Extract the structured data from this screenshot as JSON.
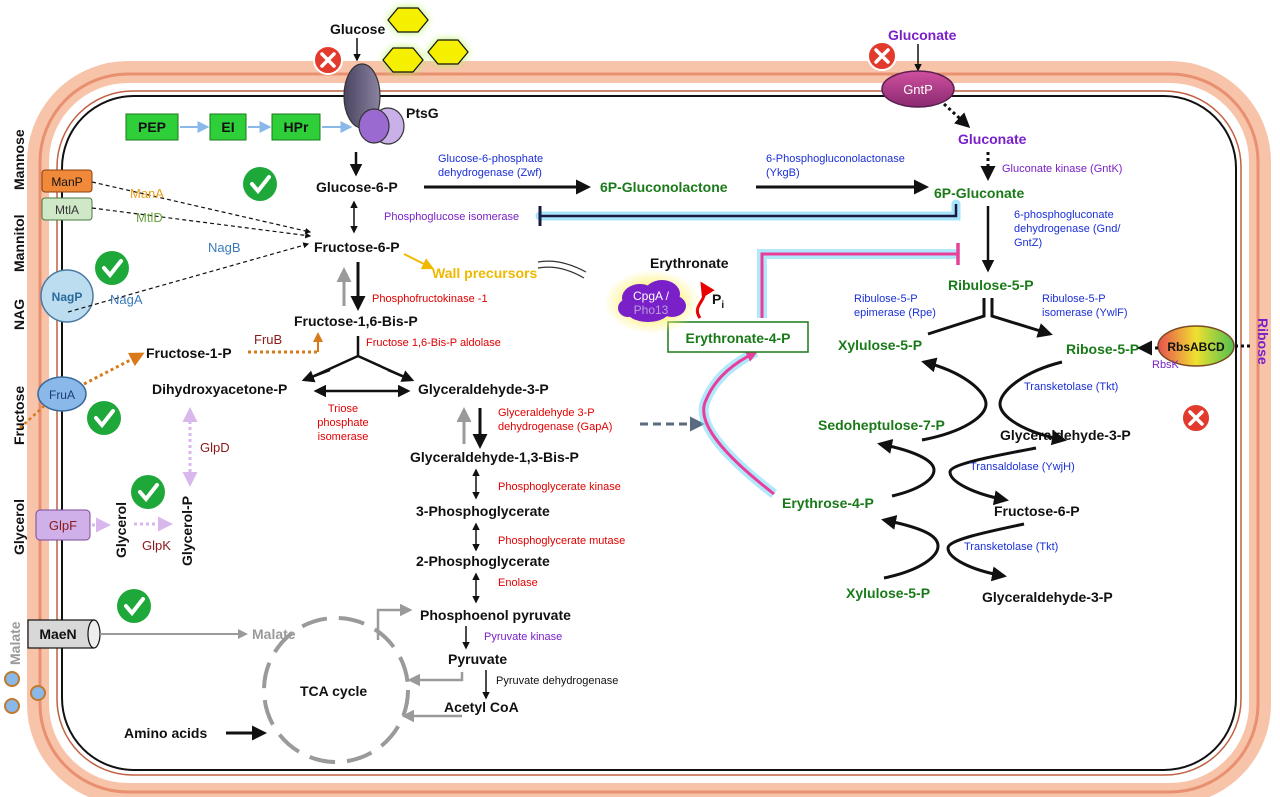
{
  "colors": {
    "cell_membrane": "#f2a080",
    "green_metabolite": "#1a7a1a",
    "enzyme_red": "#e00000",
    "enzyme_blue": "#1a2fd6",
    "enzyme_purple": "#7a20c8",
    "pink_arrow": "#e8409a",
    "glow_blue": "#7fd8f8",
    "box_green": "#2fcf3a",
    "check_green": "#1fa83a",
    "cross_red": "#e23b2e"
  },
  "substrates": {
    "glucose": "Glucose",
    "gluconate_out": "Gluconate",
    "ribose": "Ribose",
    "mannose": "Mannose",
    "mannitol": "Mannitol",
    "nag": "NAG",
    "fructose": "Fructose",
    "glycerol": "Glycerol",
    "malate_out": "Malate"
  },
  "transporters": {
    "ptsg": "PtsG",
    "gntp": "GntP",
    "manp": "ManP",
    "mtla": "MtlA",
    "nagp": "NagP",
    "frua": "FruA",
    "glpf": "GlpF",
    "maen": "MaeN",
    "rbsabcd": "RbsABCD",
    "cpga_1": "CpgA /",
    "cpga_2": "Pho13"
  },
  "pts": {
    "pep": "PEP",
    "ei": "EI",
    "hpr": "HPr"
  },
  "metabolites": {
    "glucose6p": "Glucose-6-P",
    "fructose6p": "Fructose-6-P",
    "fructose16bp": "Fructose-1,6-Bis-P",
    "fructose1p": "Fructose-1-P",
    "dhap": "Dihydroxyacetone-P",
    "g3p": "Glyceraldehyde-3-P",
    "g13bp": "Glyceraldehyde-1,3-Bis-P",
    "pg3": "3-Phosphoglycerate",
    "pg2": "2-Phosphoglycerate",
    "pep": "Phosphoenol pyruvate",
    "pyruvate": "Pyruvate",
    "acetylcoa": "Acetyl CoA",
    "tca": "TCA cycle",
    "amino": "Amino acids",
    "malate": "Malate",
    "glycerol": "Glycerol",
    "glycerolp": "Glycerol-P",
    "wall": "Wall precursors",
    "erythronate": "Erythronate",
    "pi": "P",
    "pi_sub": "i",
    "erythronate4p": "Erythronate-4-P",
    "gluconolactone": "6P-Gluconolactone",
    "gluconate_in": "Gluconate",
    "gluconate6p": "6P-Gluconate",
    "ribulose5p": "Ribulose-5-P",
    "xylulose5p_a": "Xylulose-5-P",
    "ribose5p": "Ribose-5-P",
    "sedoheptulose7p": "Sedoheptulose-7-P",
    "g3p_ppp_a": "Glyceraldehyde-3-P",
    "erythrose4p": "Erythrose-4-P",
    "fructose6p_ppp": "Fructose-6-P",
    "xylulose5p_b": "Xylulose-5-P",
    "g3p_ppp_b": "Glyceraldehyde-3-P"
  },
  "enzymes": {
    "manA": "ManA",
    "mtlD": "MtlD",
    "nagB": "NagB",
    "nagA": "NagA",
    "fruB": "FruB",
    "glpD": "GlpD",
    "glpK": "GlpK",
    "rbsK": "RbsK",
    "zwf_1": "Glucose-6-phosphate",
    "zwf_2": "dehydrogenase (Zwf)",
    "ykgb_1": "6-Phosphogluconolactonase",
    "ykgb_2": "(YkgB)",
    "gntK": "Gluconate kinase (GntK)",
    "pgi": "Phosphoglucose isomerase",
    "gnd_1": "6-phosphogluconate",
    "gnd_2": "dehydrogenase (Gnd/",
    "gnd_3": "GntZ)",
    "pfk": "Phosphofructokinase -1",
    "fba": "Fructose 1,6-Bis-P aldolase",
    "tpi_1": "Triose",
    "tpi_2": "phosphate",
    "tpi_3": "isomerase",
    "gapa_1": "Glyceraldehyde 3-P",
    "gapa_2": "dehydrogenase (GapA)",
    "pgk": "Phosphoglycerate kinase",
    "pgm": "Phosphoglycerate mutase",
    "enolase": "Enolase",
    "pyk": "Pyruvate kinase",
    "pdh": "Pyruvate dehydrogenase",
    "rpe_1": "Ribulose-5-P",
    "rpe_2": "epimerase (Rpe)",
    "ywlf_1": "Ribulose-5-P",
    "ywlf_2": "isomerase (YwlF)",
    "tkt_1": "Transketolase (Tkt)",
    "ywjh": "Transaldolase (YwjH)",
    "tkt_2": "Transketolase (Tkt)"
  }
}
